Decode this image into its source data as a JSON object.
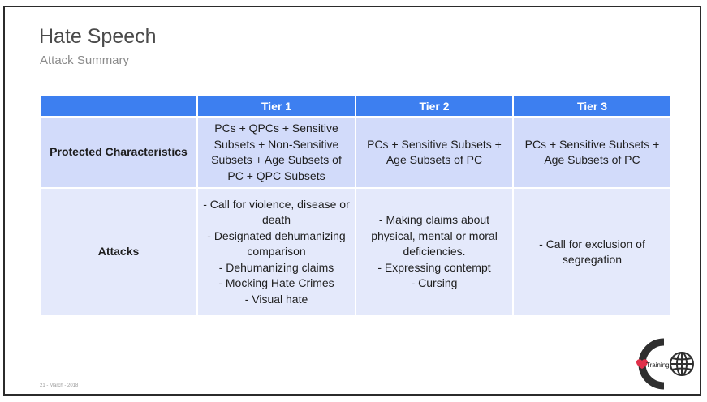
{
  "slide": {
    "title": "Hate Speech",
    "subtitle": "Attack Summary",
    "footer_date": "21 - March - 2018"
  },
  "table": {
    "headers": [
      "",
      "Tier 1",
      "Tier 2",
      "Tier 3"
    ],
    "rows": [
      {
        "label": "Protected Characteristics",
        "cells": [
          "PCs + QPCs + Sensitive Subsets + Non-Sensitive Subsets + Age Subsets of PC + QPC Subsets",
          "PCs + Sensitive Subsets + Age Subsets of PC",
          "PCs + Sensitive Subsets + Age Subsets of PC"
        ]
      },
      {
        "label": "Attacks",
        "cells": [
          [
            "- Call for violence, disease or death",
            "- Designated dehumanizing comparison",
            "- Dehumanizing claims",
            "- Mocking Hate Crimes",
            "- Visual hate"
          ],
          [
            "- Making claims about physical, mental or moral deficiencies.",
            "- Expressing contempt",
            "- Cursing"
          ],
          [
            "- Call for exclusion of segregation"
          ]
        ]
      }
    ]
  },
  "logo": {
    "text": "Training",
    "icon": "training-globe-logo",
    "colors": {
      "ring": "#2f2f2f",
      "heart": "#e0304a",
      "globe": "#2f2f2f"
    }
  }
}
